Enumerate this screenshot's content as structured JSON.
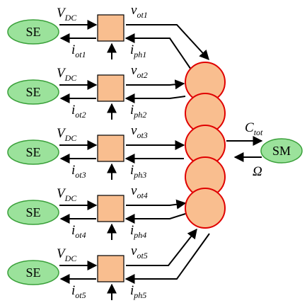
{
  "colors": {
    "se_fill": "#9be29b",
    "se_stroke": "#3aa03a",
    "block_fill": "#f9be8f",
    "block_stroke": "#000000",
    "coil_fill": "#f9be8f",
    "coil_stroke": "#e00000",
    "line": "#000000"
  },
  "modules": [
    {
      "se": "SE",
      "vdc_main": "V",
      "vdc_sub": "DC",
      "vot_main": "v",
      "vot_sub": "ot1",
      "iot_main": "i",
      "iot_sub": "ot1",
      "iph_main": "i",
      "iph_sub": "ph1"
    },
    {
      "se": "SE",
      "vdc_main": "V",
      "vdc_sub": "DC",
      "vot_main": "v",
      "vot_sub": "ot2",
      "iot_main": "i",
      "iot_sub": "ot2",
      "iph_main": "i",
      "iph_sub": "ph2"
    },
    {
      "se": "SE",
      "vdc_main": "V",
      "vdc_sub": "DC",
      "vot_main": "v",
      "vot_sub": "ot3",
      "iot_main": "i",
      "iot_sub": "ot3",
      "iph_main": "i",
      "iph_sub": "ph3"
    },
    {
      "se": "SE",
      "vdc_main": "V",
      "vdc_sub": "DC",
      "vot_main": "v",
      "vot_sub": "ot4",
      "iot_main": "i",
      "iot_sub": "ot4",
      "iph_main": "i",
      "iph_sub": "ph4"
    },
    {
      "se": "SE",
      "vdc_main": "V",
      "vdc_sub": "DC",
      "vot_main": "v",
      "vot_sub": "ot5",
      "iot_main": "i",
      "iot_sub": "ot5",
      "iph_main": "i",
      "iph_sub": "ph5"
    }
  ],
  "motor": {
    "label": "SM",
    "ctot_main": "C",
    "ctot_sub": "tot",
    "omega": "Ω"
  }
}
